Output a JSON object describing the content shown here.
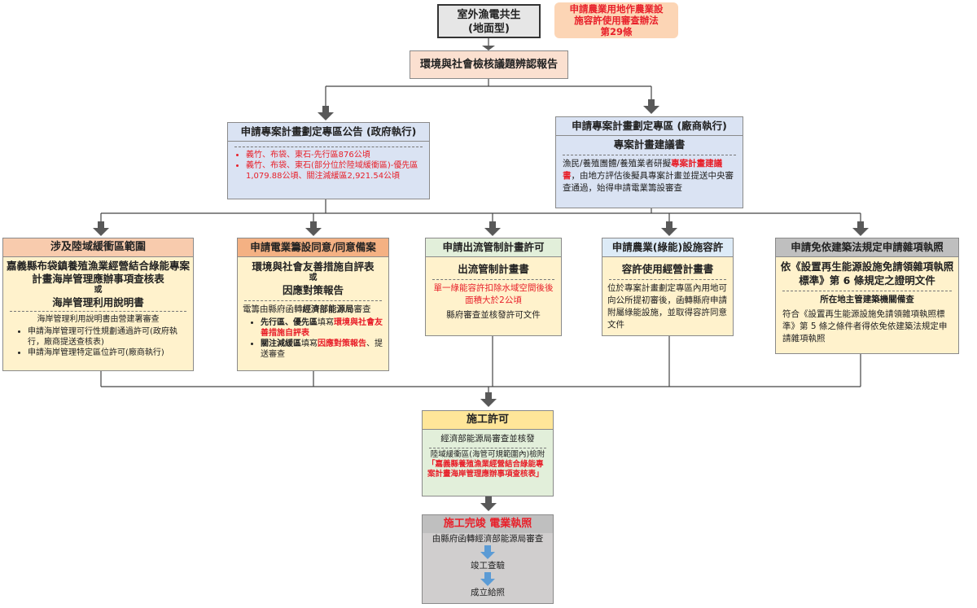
{
  "top": {
    "title_line1": "室外漁電共生",
    "title_line2": "(地面型)",
    "regulation_line1": "申請農業用地作農業設",
    "regulation_line2": "施容許使用審查辦法",
    "regulation_line3": "第29條"
  },
  "env_report": "環境與社會檢核議題辨認報告",
  "gov": {
    "header": "申請專案計畫劃定專區公告 (政府執行)",
    "bullet1": "義竹、布袋、東石-先行區876公頃",
    "bullet2": "義竹、布袋、東石(部分位於陸域緩衝區)-優先區1,079.88公頃、關注減緩區2,921.54公頃"
  },
  "vendor": {
    "header": "申請專案計畫劃定專區 (廠商執行)",
    "subtitle": "專案計畫建議書",
    "text_pre": "漁民/養殖團體/養殖業者研擬",
    "text_red": "專案計畫建議書",
    "text_post": "，由地方評估後擬具專案計畫並提送中央審查通過，始得申請電業籌設審查"
  },
  "coastal": {
    "header": "涉及陸域緩衝區範圍",
    "title1": "嘉義縣布袋鎮養殖漁業經營結合綠能專案計畫海岸管理應辦事項查核表",
    "or": "或",
    "title2": "海岸管理利用說明書",
    "note": "海岸管理利用說明書由營建署審查",
    "item1": "申請海岸管理可行性規劃通過許可(政府執行，廠商提送查核表)",
    "item2": "申請海岸管理特定區位許可(廠商執行)"
  },
  "power": {
    "header": "申請電業籌設同意/同意備案",
    "title1": "環境與社會友善措施自評表",
    "or": "或",
    "title2": "因應對策報告",
    "text_pre": "電籌由縣府函轉",
    "text_bold": "經濟部能源局",
    "text_post": "審查",
    "b1_bold": "先行區、優先區",
    "b1_mid": "填寫",
    "b1_red": "環境與社會友善措施自評表",
    "b2_bold": "關注減緩區",
    "b2_mid": "填寫",
    "b2_red": "因應對策報告",
    "b2_post": "、提送審查"
  },
  "outflow": {
    "header": "申請出流管制計畫許可",
    "title": "出流管制計畫書",
    "red_text": "單一綠能容許扣除水域空間後後面積大於2公頃",
    "text": "縣府審查並核發許可文件"
  },
  "agri": {
    "header": "申請農業(綠能)設施容許",
    "title": "容許使用經營計畫書",
    "text": "位於專案計畫劃定專區內用地可向公所提初審後，函轉縣府申請附屬綠能設施，並取得容許同意文件"
  },
  "misc": {
    "header": "申請免依建築法規定申請雜項執照",
    "title": "依《設置再生能源設施免請領雜項執照標準》第 6 條規定之證明文件",
    "sub2": "所在地主管建築機關備查",
    "text": "符合《設置再生能源設施免請領雜項執照標準》第 5 條之條件者得依免依建築法規定申請雜項執照"
  },
  "permit": {
    "header": "施工許可",
    "line1": "經濟部能源局審查並核發",
    "line2": "陸域緩衝區(海管可規範圍內)檢附",
    "red_quote": "「嘉義縣養殖漁業經營結合綠能專案計畫海岸管理應辦事項查核表」"
  },
  "final": {
    "header": "施工完竣 電業執照",
    "step1": "由縣府函轉經濟部能源局審查",
    "step2": "竣工查驗",
    "step3": "成立給照"
  },
  "colors": {
    "gray_box": "#e6e6e6",
    "peach": "#fcd5b5",
    "blue_light": "#dae3f3",
    "cream": "#fff2cc",
    "green_light": "#e2efda",
    "cyan": "#ddebf7",
    "accent_red": "#e8202a",
    "arrow_gray": "#595959",
    "arrow_blue": "#5b9bd5"
  }
}
